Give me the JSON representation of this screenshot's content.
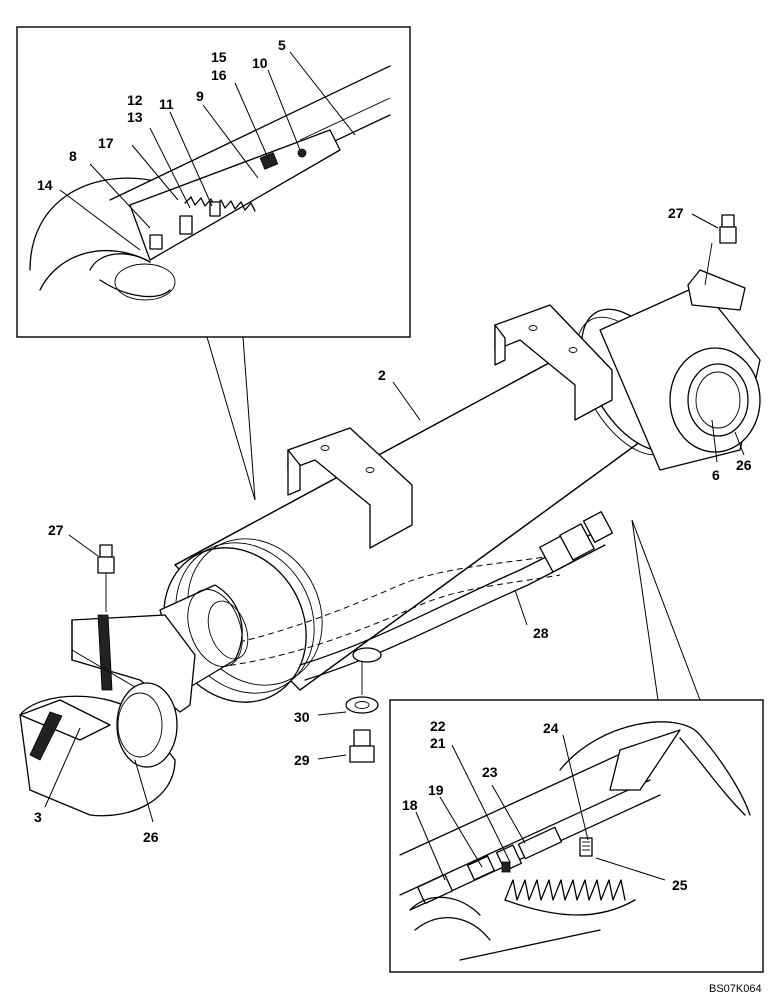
{
  "callouts": {
    "c2": "2",
    "c3": "3",
    "c5": "5",
    "c6": "6",
    "c8": "8",
    "c9": "9",
    "c10": "10",
    "c11": "11",
    "c12": "12",
    "c13": "13",
    "c14": "14",
    "c15": "15",
    "c16": "16",
    "c17": "17",
    "c18": "18",
    "c19": "19",
    "c21": "21",
    "c22": "22",
    "c23": "23",
    "c24": "24",
    "c25": "25",
    "c26a": "26",
    "c26b": "26",
    "c27a": "27",
    "c27b": "27",
    "c28": "28",
    "c29": "29",
    "c30": "30"
  },
  "drawing_code": "BS07K064"
}
